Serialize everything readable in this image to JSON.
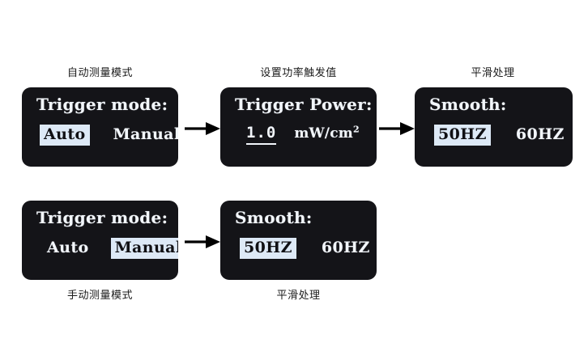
{
  "diagram": {
    "background_color": "#ffffff",
    "screen_color": "#141418",
    "screen_text_color": "#f2f6fb",
    "highlight_color": "#dde9f6",
    "highlight_text_color": "#101014",
    "arrow_color": "#000000"
  },
  "captions": {
    "auto_mode": "自动测量模式",
    "set_trigger_power": "设置功率触发值",
    "smooth_top": "平滑处理",
    "manual_mode": "手动测量模式",
    "smooth_bottom": "平滑处理"
  },
  "panels": {
    "trigger_mode_auto": {
      "title": "Trigger mode:",
      "options": [
        {
          "label": "Auto",
          "selected": true
        },
        {
          "label": "Manual",
          "selected": false
        }
      ]
    },
    "trigger_power": {
      "title": "Trigger Power:",
      "value": "1.0",
      "unit_prefix": "mW/cm",
      "unit_exponent": "2"
    },
    "smooth_top": {
      "title": "Smooth:",
      "options": [
        {
          "label": "50HZ",
          "selected": true
        },
        {
          "label": "60HZ",
          "selected": false
        }
      ]
    },
    "trigger_mode_manual": {
      "title": "Trigger mode:",
      "options": [
        {
          "label": "Auto",
          "selected": false
        },
        {
          "label": "Manual",
          "selected": true
        }
      ]
    },
    "smooth_bottom": {
      "title": "Smooth:",
      "options": [
        {
          "label": "50HZ",
          "selected": true
        },
        {
          "label": "60HZ",
          "selected": false
        }
      ]
    }
  },
  "arrows": [
    {
      "name": "arrow-auto-to-power",
      "from": "trigger_mode_auto",
      "to": "trigger_power"
    },
    {
      "name": "arrow-power-to-smooth",
      "from": "trigger_power",
      "to": "smooth_top"
    },
    {
      "name": "arrow-manual-to-smooth",
      "from": "trigger_mode_manual",
      "to": "smooth_bottom"
    }
  ]
}
